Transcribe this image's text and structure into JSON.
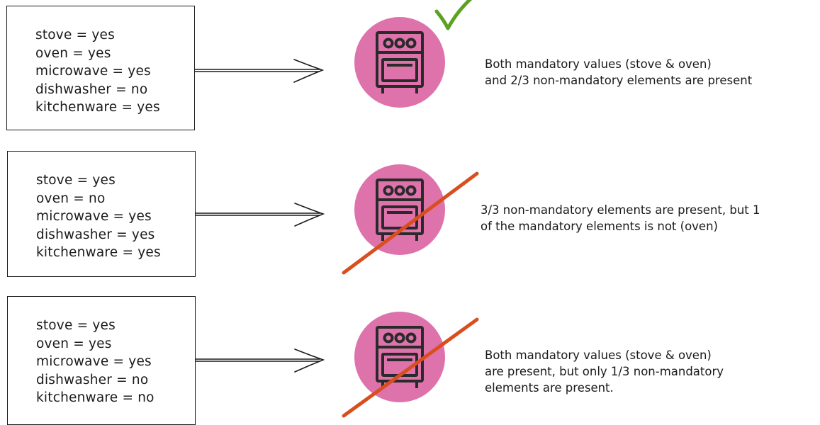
{
  "scenarios": [
    {
      "lines": [
        "stove = yes",
        "oven = yes",
        "microwave = yes",
        "dishwasher = no",
        "kitchenware = yes"
      ],
      "outcome": "pass",
      "description": [
        "Both mandatory values (stove & oven)",
        "and 2/3 non-mandatory elements are present"
      ]
    },
    {
      "lines": [
        "stove = yes",
        "oven = no",
        "microwave = yes",
        "dishwasher = yes",
        "kitchenware = yes"
      ],
      "outcome": "fail",
      "description": [
        "3/3 non-mandatory elements are present, but 1",
        "of the mandatory elements is not (oven)"
      ]
    },
    {
      "lines": [
        "stove = yes",
        "oven = yes",
        "microwave = yes",
        "dishwasher = no",
        "kitchenware = no"
      ],
      "outcome": "fail",
      "description": [
        "Both mandatory values (stove & oven)",
        "are present, but only 1/3 non-mandatory",
        "elements are present."
      ]
    }
  ],
  "icons": {
    "result": "oven-icon",
    "pass_mark": "checkmark-icon",
    "fail_mark": "cross-out-slash"
  },
  "colors": {
    "oven_circle": "#de73ac",
    "oven_stroke": "#2a2a2a",
    "check": "#5aa21f",
    "slash": "#d94e1f",
    "ink": "#1a1a1a"
  }
}
